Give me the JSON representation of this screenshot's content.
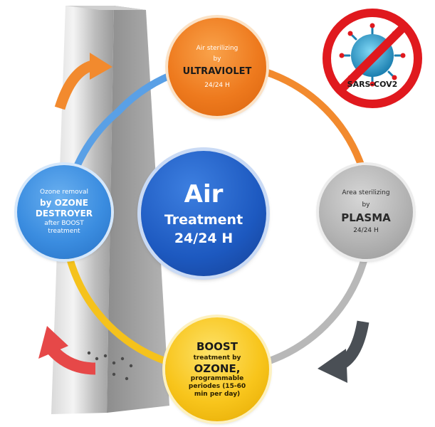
{
  "center": {
    "line1": "Air",
    "line2": "Treatment",
    "line3": "24/24 H"
  },
  "nodes": {
    "uv": {
      "line1": "Air sterilizing",
      "line2": "by",
      "line3": "ULTRAVIOLET",
      "line4": "24/24 H"
    },
    "plasma": {
      "line1": "Area sterilizing",
      "line2": "by",
      "line3": "PLASMA",
      "line4": "24/24 H"
    },
    "boost": {
      "line1": "BOOST",
      "line2": "treatment by",
      "line3": "OZONE,",
      "line4": "programmable",
      "line5": "periodes (15-60",
      "line6": "min per day)"
    },
    "ozone": {
      "line1": "Ozone removal",
      "line2": "by OZONE",
      "line3": "DESTROYER",
      "line4": "after BOOST",
      "line5": "treatment"
    }
  },
  "badge": {
    "label": "SARS-COV2"
  },
  "colors": {
    "uv": "#ee7a1e",
    "plasma": "#b4b4b4",
    "boost": "#f8c51c",
    "ozone": "#3b8de0",
    "center": "#1d59c0",
    "prohibition": "#e0191e"
  }
}
